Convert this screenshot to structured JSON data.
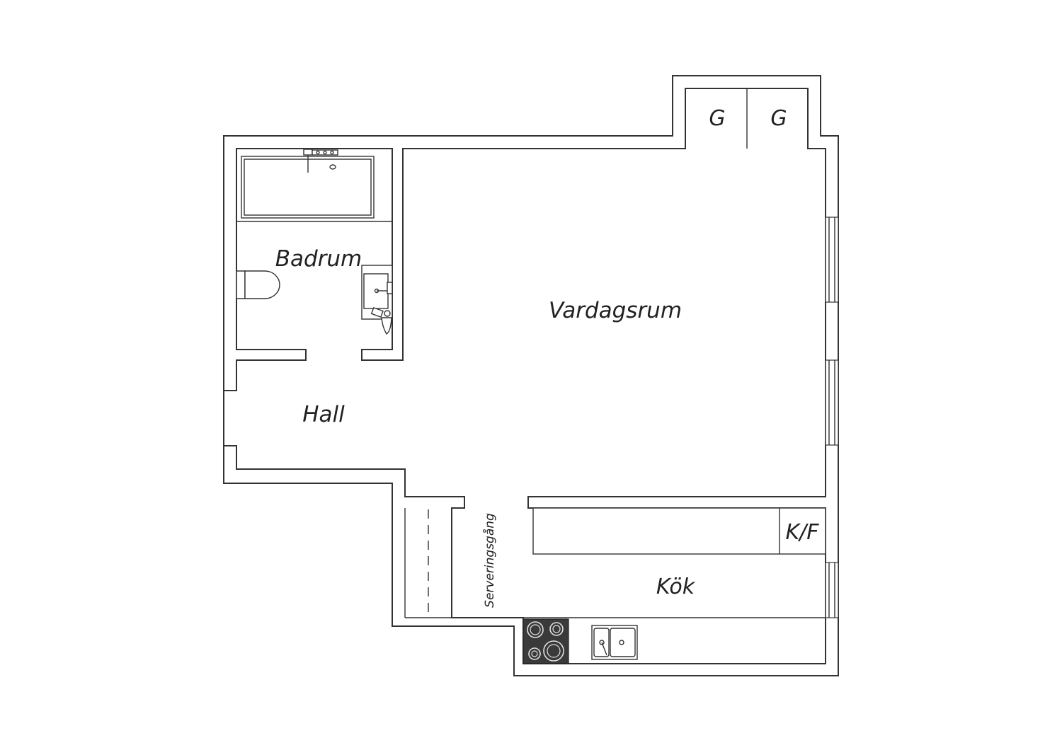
{
  "floorplan": {
    "rooms": {
      "badrum": "Badrum",
      "vardagsrum": "Vardagsrum",
      "hall": "Hall",
      "kok": "Kök",
      "serveringsgang": "Serveringsgång"
    },
    "fixtures": {
      "garderob_1": "G",
      "garderob_2": "G",
      "kyl_frys": "K/F"
    },
    "colors": {
      "line": "#333333",
      "stove": "#3a3a3a",
      "background": "#ffffff"
    }
  }
}
